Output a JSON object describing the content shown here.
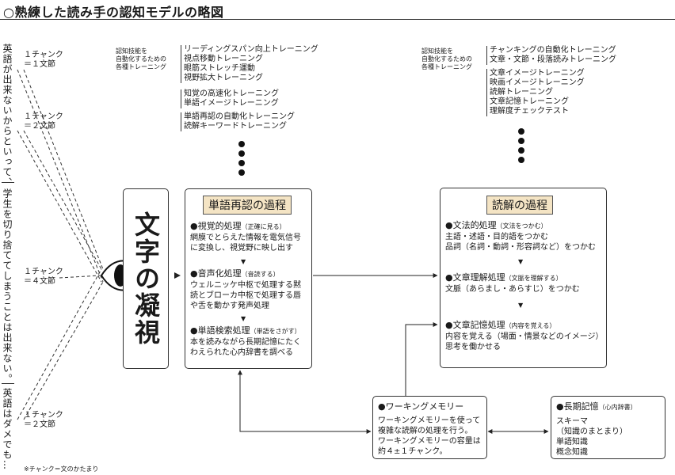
{
  "title": "○熟練した読み手の認知モデルの略図",
  "left_notes": {
    "vertical_1": "英語が出来ないからといって、",
    "vertical_2": "学生を切り捨ててしまうことは出来ない。",
    "vertical_3": "英語はダメでも…",
    "chunks": [
      {
        "line1": "１チャンク",
        "line2": "＝１文節"
      },
      {
        "line1": "１チャンク",
        "line2": "＝２文節"
      },
      {
        "line1": "１チャンク",
        "line2": "＝４文節"
      },
      {
        "line1": "１チャンク",
        "line2": "＝２文節"
      }
    ],
    "footnote": "※チャンク＝文のかたまり"
  },
  "main_label": "文字の凝視",
  "left_training": {
    "label_lines": [
      "認知技能を",
      "自動化するための",
      "各種トレーニング"
    ],
    "group1": [
      "リーディングスパン向上トレーニング",
      "視点移動トレーニング",
      "眼筋ストレッチ運動",
      "視野拡大トレーニング"
    ],
    "group2": [
      "知覚の高速化トレーニング",
      "単語イメージトレーニング"
    ],
    "group3": [
      "単語再認の自動化トレーニング",
      "読解キーワードトレーニング"
    ]
  },
  "right_training": {
    "label_lines": [
      "認知技能を",
      "自動化するための",
      "各種トレーニング"
    ],
    "group1": [
      "チャンキングの自動化トレーニング",
      "文章・文節・段落読みトレーニング"
    ],
    "group2": [
      "文章イメージトレーニング",
      "映画イメージトレーニング",
      "読解トレーニング",
      "文章記憶トレーニング",
      "理解度チェックテスト"
    ]
  },
  "word_box": {
    "header": "単語再認の過程",
    "sections": [
      {
        "title": "●視覚的処理",
        "sub": "（正確に見る）",
        "body": [
          "網膜でとらえた情報を電気信号",
          "に変換し、視覚野に映し出す"
        ]
      },
      {
        "title": "●音声化処理",
        "sub": "（音読する）",
        "body": [
          "ウェルニッケ中枢で処理する黙",
          "読とブローカ中枢で処理する唇",
          "や舌を動かす発声処理"
        ]
      },
      {
        "title": "●単語検索処理",
        "sub": "（単語をさがす）",
        "body": [
          "本を読みながら長期記憶にたく",
          "わえられた心内辞書を調べる"
        ]
      }
    ]
  },
  "read_box": {
    "header": "読解の過程",
    "sections": [
      {
        "title": "●文法的処理",
        "sub": "（文法をつかむ）",
        "body": [
          "主語・述語・目的語をつかむ",
          "品詞（名詞・動詞・形容詞など）をつかむ"
        ]
      },
      {
        "title": "●文章理解処理",
        "sub": "（文脈を理解する）",
        "body": [
          "文脈（あらまし・あらすじ）をつかむ"
        ]
      },
      {
        "title": "●文章記憶処理",
        "sub": "（内容を覚える）",
        "body": [
          "内容を覚える（場面・情景などのイメージ）",
          "思考を働かせる"
        ]
      }
    ]
  },
  "wm_box": {
    "title": "●ワーキングメモリー",
    "body": [
      "ワーキングメモリーを使って",
      "複雑な読解の処理を行う。",
      "ワーキングメモリーの容量は",
      "約４±１チャンク。"
    ]
  },
  "lt_box": {
    "title": "●長期記憶",
    "sub": "（心内辞書）",
    "body": [
      "スキーマ",
      "（知識のまとまり）",
      "単語知識",
      "概念知識"
    ]
  }
}
